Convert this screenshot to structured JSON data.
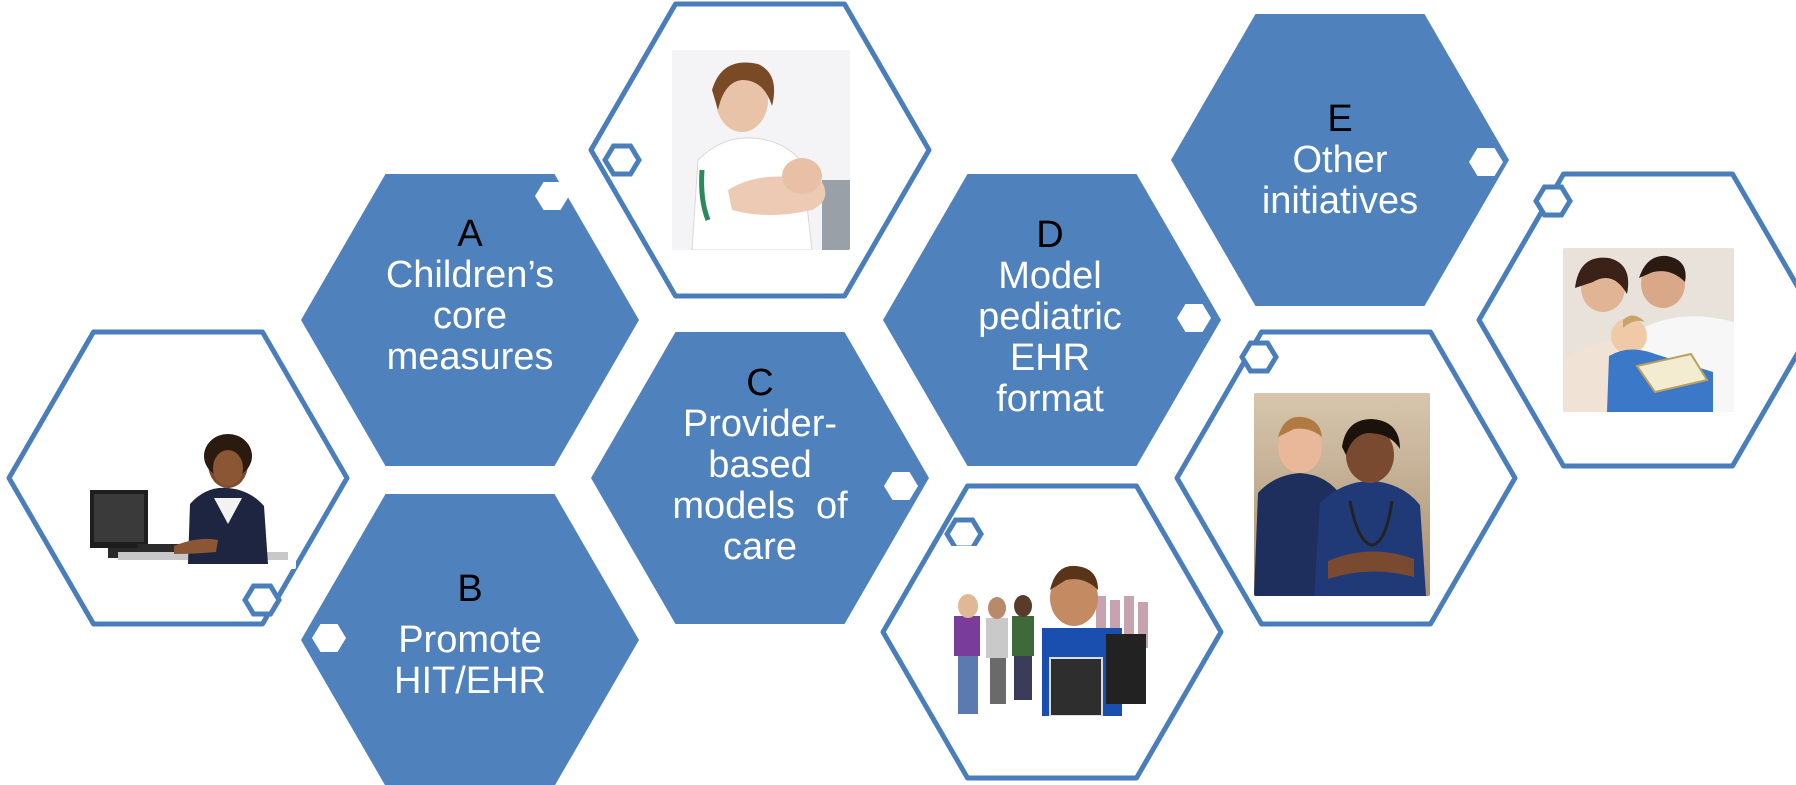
{
  "colors": {
    "fill": "#4f81bd",
    "outline": "#4a7ebb",
    "dot": "#ffffff",
    "letter": "#000000",
    "label": "#ffffff"
  },
  "hexagons": [
    {
      "id": "A",
      "letter": "A",
      "lines": [
        "Children’s",
        "core",
        "measures"
      ]
    },
    {
      "id": "B",
      "letter": "B",
      "lines": [
        "Promote",
        "HIT/EHR"
      ]
    },
    {
      "id": "C",
      "letter": "C",
      "lines": [
        "Provider-",
        "based",
        "models  of",
        "care"
      ]
    },
    {
      "id": "D",
      "letter": "D",
      "lines": [
        "Model",
        "pediatric",
        "EHR",
        "format"
      ]
    },
    {
      "id": "E",
      "letter": "E",
      "lines": [
        "Other",
        "initiatives"
      ]
    }
  ],
  "photos": [
    {
      "id": "woman-at-computer",
      "icon": "woman-at-computer-photo"
    },
    {
      "id": "nurse-with-baby",
      "icon": "nurse-holding-baby-photo"
    },
    {
      "id": "students",
      "icon": "students-with-backpacks-photo"
    },
    {
      "id": "healthcare-workers",
      "icon": "two-healthcare-workers-photo"
    },
    {
      "id": "family-reading",
      "icon": "family-reading-photo"
    }
  ]
}
